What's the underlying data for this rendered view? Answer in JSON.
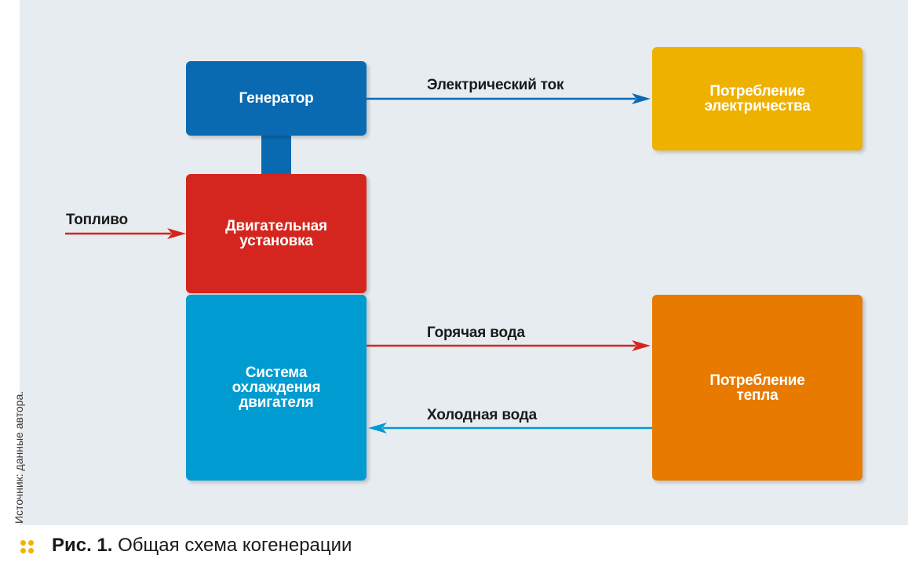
{
  "diagram": {
    "boxes": {
      "generator": "Генератор",
      "engine": "Двигательная\nустановка",
      "cooling": "Система\nохлаждения\nдвигателя",
      "electricity": "Потребление\nэлектричества",
      "heat": "Потребление\nтепла"
    },
    "flows": {
      "electric_current": "Электрический ток",
      "fuel": "Топливо",
      "hot_water": "Горячая вода",
      "cold_water": "Холодная вода"
    },
    "colors": {
      "background": "#e7ecf0",
      "generator": "#0a6ab1",
      "engine": "#d4261e",
      "cooling": "#009bd1",
      "electricity": "#eeb100",
      "heat": "#e87a00",
      "arrow_blue": "#0a6ab1",
      "arrow_red": "#d4261e",
      "arrow_light_blue": "#009bd1"
    }
  },
  "source_note": "Источник: данные автора.",
  "caption": {
    "number": "Рис. 1.",
    "text": "Общая схема когенерации"
  }
}
